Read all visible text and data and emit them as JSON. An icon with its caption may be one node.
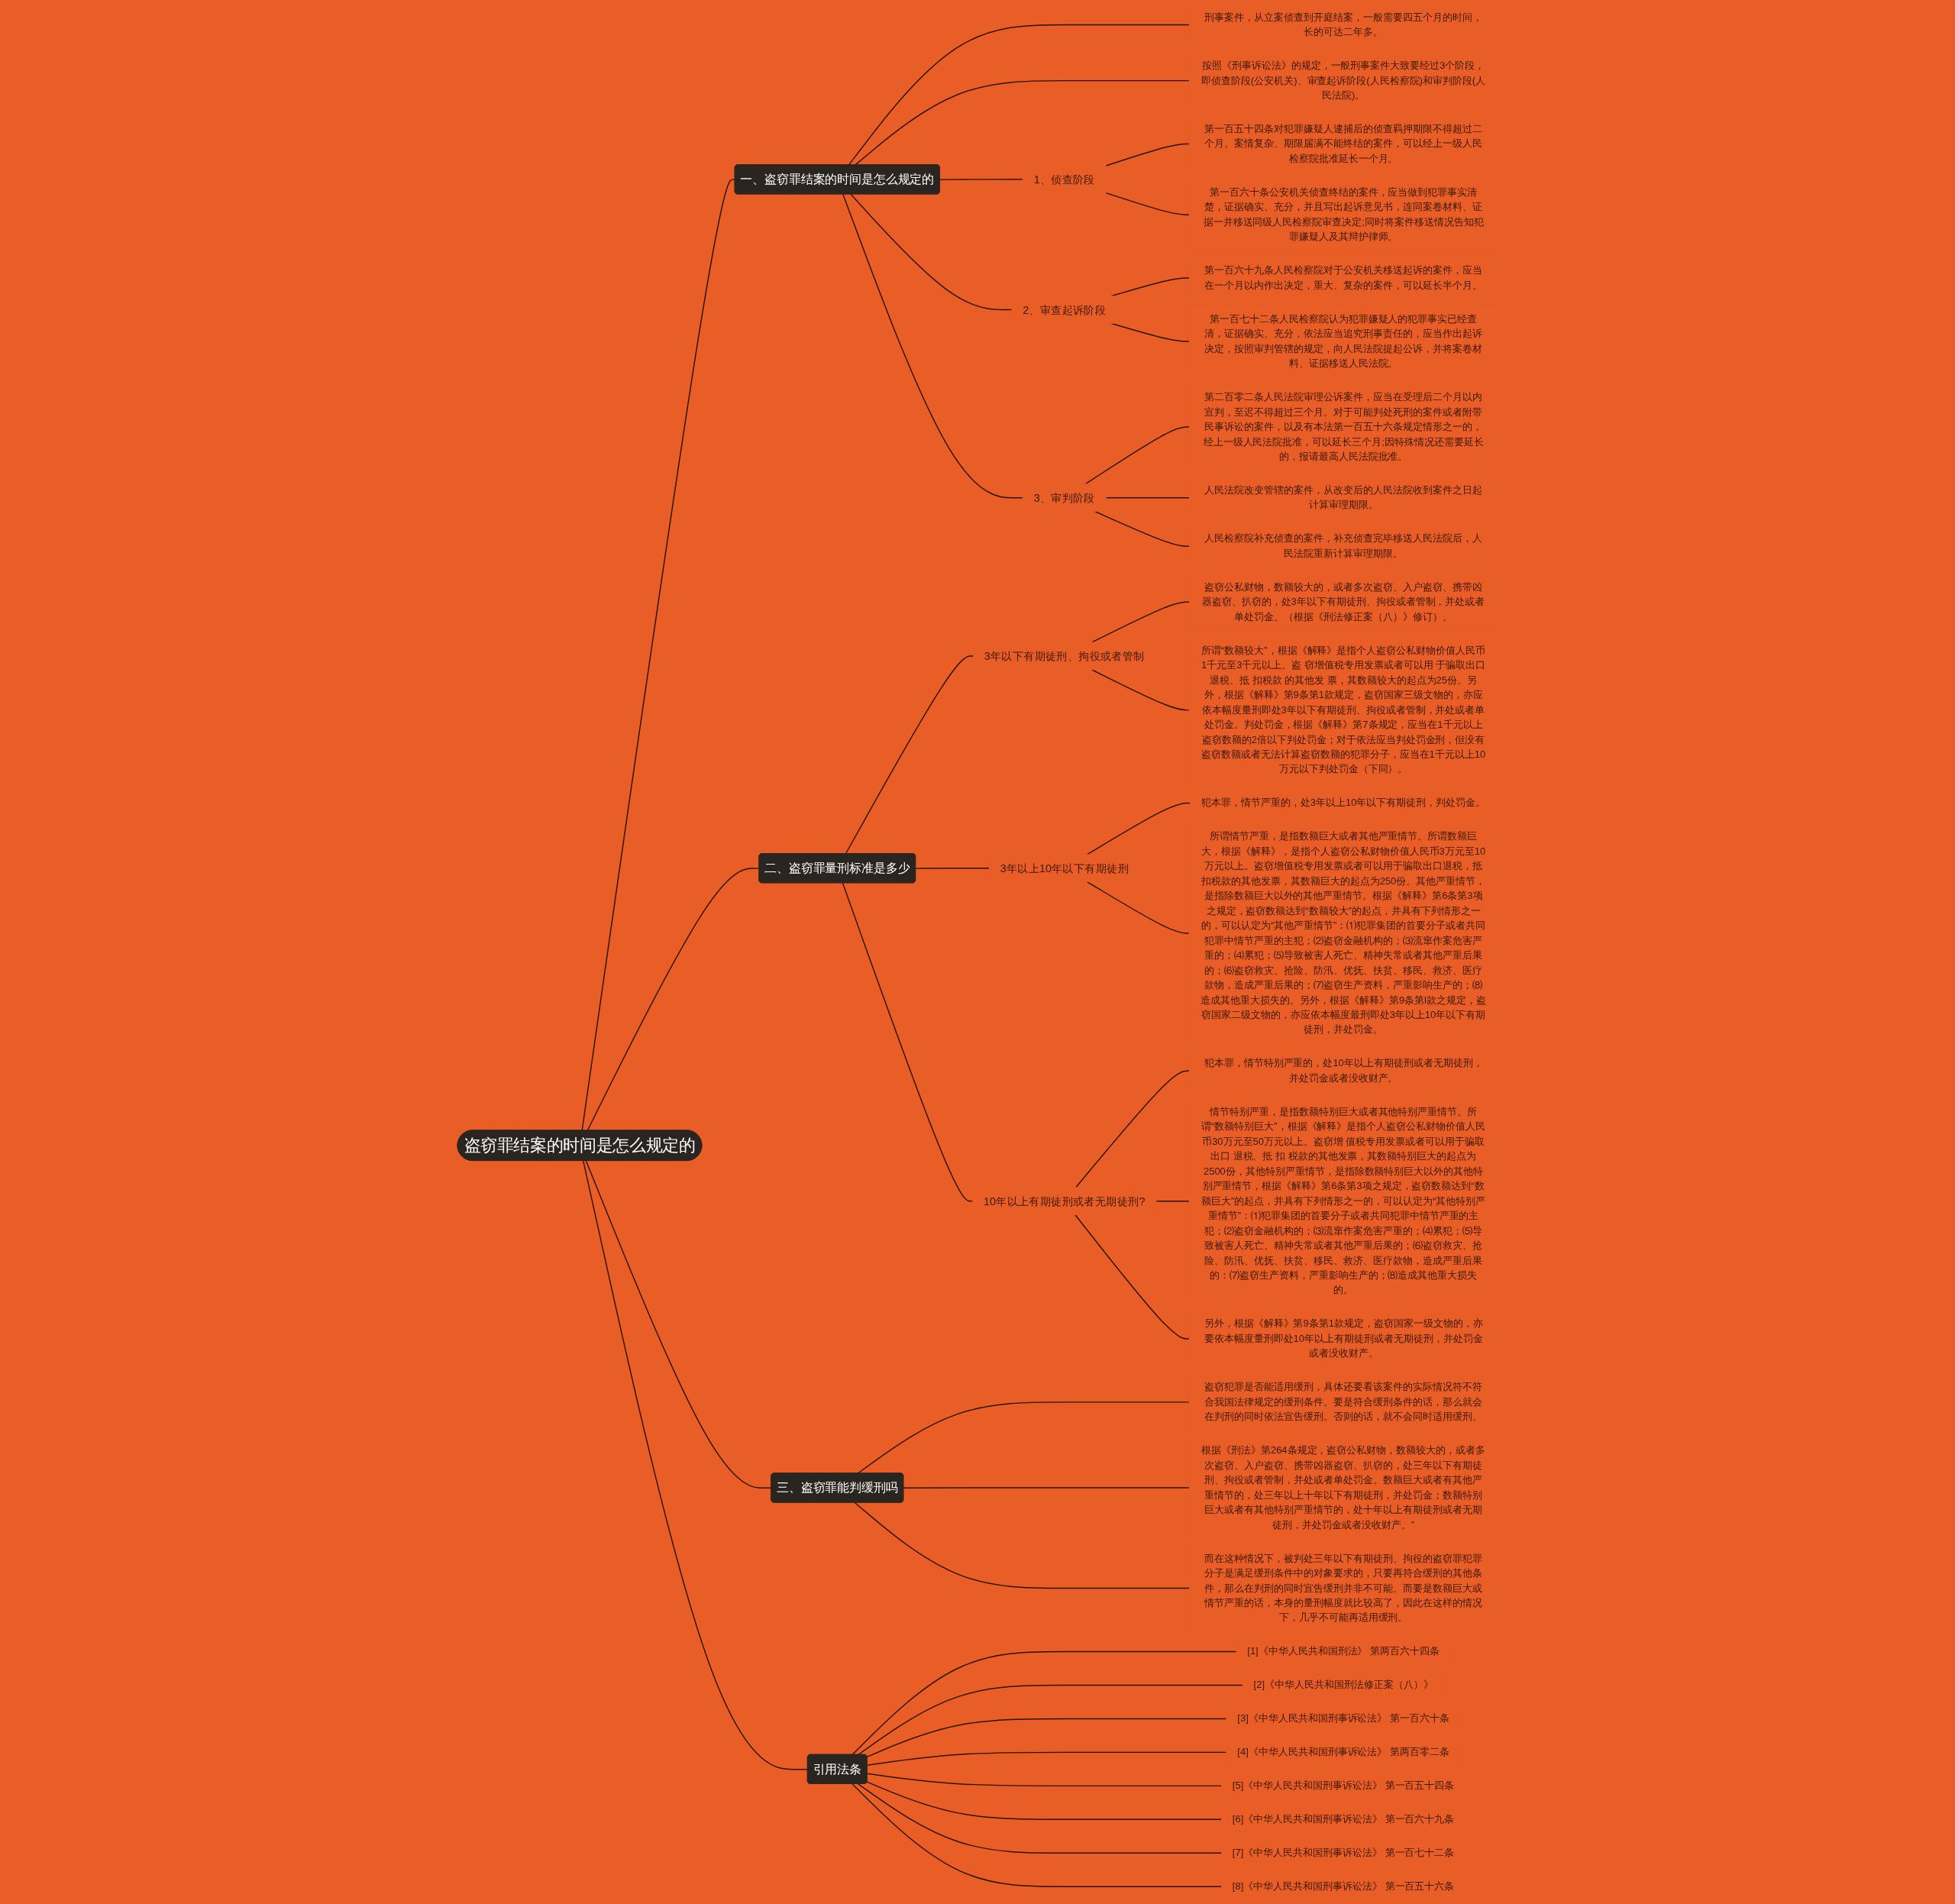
{
  "diagram": {
    "nodes": [
      {
        "text": [
          "盗窃罪结案的时间是怎么规定的"
        ]
      },
      {
        "text": [
          "一、盗窃罪结案的时间是怎么规定的"
        ]
      },
      {
        "text": [
          "刑事案件，从立案侦查到开庭结案，一般需要四五个月的时间，长的可达二年多。"
        ]
      },
      {
        "text": [
          "按照《刑事诉讼法》的规定，一般刑事案件大致要经过3个阶段，即侦查阶段(公安机关)、审查起诉阶段(人民检察院)和审判阶段(人民法院)。"
        ]
      },
      {
        "text": [
          "1、侦查阶段"
        ]
      },
      {
        "text": [
          "第一百五十四条对犯罪嫌疑人逮捕后的侦查羁押期限不得超过二个月。案情复杂、期限届满不能终结的案件，可以经上一级人民检察院批准延长一个月。"
        ]
      },
      {
        "text": [
          "第一百六十条公安机关侦查终结的案件，应当做到犯罪事实清楚，证据确实、充分，并且写出起诉意见书，连同案卷材料、证据一并移送同级人民检察院审查决定;同时将案件移送情况告知犯罪嫌疑人及其辩护律师。"
        ]
      },
      {
        "text": [
          "2、审查起诉阶段"
        ]
      },
      {
        "text": [
          "第一百六十九条人民检察院对于公安机关移送起诉的案件，应当在一个月以内作出决定，重大、复杂的案件，可以延长半个月。"
        ]
      },
      {
        "text": [
          "第一百七十二条人民检察院认为犯罪嫌疑人的犯罪事实已经查清，证据确实、充分，依法应当追究刑事责任的，应当作出起诉决定，按照审判管辖的规定，向人民法院提起公诉，并将案卷材料、证据移送人民法院。"
        ]
      },
      {
        "text": [
          "3、审判阶段"
        ]
      },
      {
        "text": [
          "第二百零二条人民法院审理公诉案件，应当在受理后二个月以内宣判，至迟不得超过三个月。对于可能判处死刑的案件或者附带民事诉讼的案件，以及有本法第一百五十六条规定情形之一的，经上一级人民法院批准，可以延长三个月;因特殊情况还需要延长的，报请最高人民法院批准。"
        ]
      },
      {
        "text": [
          "人民法院改变管辖的案件，从改变后的人民法院收到案件之日起计算审理期限。"
        ]
      },
      {
        "text": [
          "人民检察院补充侦查的案件，补充侦查完毕移送人民法院后，人民法院重新计算审理期限。"
        ]
      },
      {
        "text": [
          "二、盗窃罪量刑标准是多少"
        ]
      },
      {
        "text": [
          "3年以下有期徒刑、拘役或者管制"
        ]
      },
      {
        "text": [
          "盗窃公私财物，数额较大的，或者多次盗窃、入户盗窃、携带凶器盗窃、扒窃的，处3年以下有期徒刑、拘役或者管制，并处或者单处罚金。（根据《刑法修正案（八）》修订）。"
        ]
      },
      {
        "text": [
          "所谓“数额较大”，根据《解释》是指个人盗窃公私财物价值人民币1千元至3千元以上。盗 窃增值税专用发票或者可以用 于骗取出口退税、抵 扣税款 的其他发 票，其数额较大的起点为25份。另外，根据《解释》第9条第1款规定，盗窃国家三级文物的，亦应依本幅度量刑即处3年以下有期徒刑、拘役或者管制，并处或者单处罚金。判处罚金，根据《解释》第7条规定，应当在1千元以上盗窃数额的2倍以下判处罚金；对于依法应当判处罚金刑，但没有盗窃数额或者无法计算盗窃数额的犯罪分子，应当在1千元以上10万元以下判处罚金（下同）。"
        ]
      },
      {
        "text": [
          "3年以上10年以下有期徒刑"
        ]
      },
      {
        "text": [
          "犯本罪，情节严重的，处3年以上10年以下有期徒刑，判处罚金。"
        ]
      },
      {
        "text": [
          "所谓情节严重，是指数额巨大或者其他严重情节。所谓数额巨大，根据《解释》，是指个人盗窃公私财物价值人民币3万元至10万元以上。盗窃增值税专用发票或者可以用于骗取出口退税，抵扣税款的其他发票，其数额巨大的起点为250份。其他严重情节，是指除数额巨大以外的其他严重情节。根据《解释》第6条第3项之规定，盗窃数额达到“数额较大”的起点，并具有下列情形之一的，可以认定为“其他严重情节”：⑴犯罪集团的首要分子或者共同犯罪中情节严重的主犯；⑵盗窃金融机构的；⑶流窜作案危害严重的；⑷累犯；⑸导致被害人死亡、精神失常或者其他严重后果的；⑹盗窃救灾、抢险、防汛、优抚、扶贫、移民、救济、医疗款物，造成严重后果的；⑺盗窃生产资料，严重影响生产的；⑻造成其他重大损失的。另外，根据《解释》第9条第l款之规定，盗窃国家二级文物的，亦应依本幅度最刑即处3年以上10年以下有期徒刑，并处罚金。"
        ]
      },
      {
        "text": [
          "10年以上有期徒刑或者无期徒刑?"
        ]
      },
      {
        "text": [
          "犯本罪，情节特别严重的，处10年以上有期徒刑或者无期徒刑，并处罚金或者没收财产。"
        ]
      },
      {
        "text": [
          "情节特别严重，是指数额特别巨大或者其他特别严重情节。所谓“数额特别巨大”，根据《解释》是指个人盗窃公私财物价值人民币30万元至50万元以上。盗窃增 值税专用发票或者可以用于骗取出口 退税、抵 扣 税款的其他发票，其数额特别巨大的起点为2500份，其他特别严重情节，是指除数额特别巨大以外的其他特别严重情节，根据《解释》第6条第3项之规定，盗窃数额达到“数额巨大”的起点，并具有下列情形之一的，可以认定为“其他特别严重情节”：⑴犯罪集团的首要分子或者共同犯罪中情节严重的主犯；⑵盗窃金融机构的；⑶流窜作案危害严重的；⑷累犯；⑸导致被害人死亡、精神失常或者其他严重后果的；⑹盗窃救灾、抢险、防汛、优抚、扶贫、移民、救济、医疗款物，造成严重后果的：⑺盗窃生产资料，严重影响生产的；⑻造成其他重大损失的。"
        ]
      },
      {
        "text": [
          "另外，根据《解释》第9条第1款规定，盗窃国家一级文物的，亦要依本幅度量刑即处10年以上有期徒刑或者无期徒刑，并处罚金或者没收财产。"
        ]
      },
      {
        "text": [
          "三、盗窃罪能判缓刑吗"
        ]
      },
      {
        "text": [
          "盗窃犯罪是否能适用缓刑，具体还要看该案件的实际情况符不符合我国法律规定的缓刑条件。要是符合缓刑条件的话，那么就会在判刑的同时依法宣告缓刑。否则的话，就不会同时适用缓刑。"
        ]
      },
      {
        "text": [
          "根据《刑法》第264条规定，盗窃公私财物，数额较大的，或者多次盗窃、入户盗窃、携带凶器盗窃、扒窃的，处三年以下有期徒刑、拘役或者管制，并处或者单处罚金。数额巨大或者有其他严重情节的，处三年以上十年以下有期徒刑，并处罚金；数额特别巨大或者有其他特别严重情节的，处十年以上有期徒刑或者无期徒刑，并处罚金或者没收财产。”"
        ]
      },
      {
        "text": [
          "而在这种情况下，被判处三年以下有期徒刑、拘役的盗窃罪犯罪分子是满足缓刑条件中的对象要求的，只要再符合缓刑的其他条件，那么在判刑的同时宣告缓刑并非不可能。而要是数额巨大或情节严重的话，本身的量刑幅度就比较高了，因此在这样的情况下，几乎不可能再适用缓刑。"
        ]
      },
      {
        "text": [
          "引用法条"
        ]
      },
      {
        "text": [
          "[1]《中华人民共和国刑法》 第两百六十四条"
        ]
      },
      {
        "text": [
          "[2]《中华人民共和国刑法修正案（八）》"
        ]
      },
      {
        "text": [
          "[3]《中华人民共和国刑事诉讼法》 第一百六十条"
        ]
      },
      {
        "text": [
          "[4]《中华人民共和国刑事诉讼法》 第两百零二条"
        ]
      },
      {
        "text": [
          "[5]《中华人民共和国刑事诉讼法》 第一百五十四条"
        ]
      },
      {
        "text": [
          "[6]《中华人民共和国刑事诉讼法》 第一百六十九条"
        ]
      },
      {
        "text": [
          "[7]《中华人民共和国刑事诉讼法》 第一百七十二条"
        ]
      },
      {
        "text": [
          "[8]《中华人民共和国刑事诉讼法》 第一百五十六条"
        ]
      }
    ],
    "edges": [
      {
        "from": 0,
        "to": 1,
        "arrow": "none"
      },
      {
        "from": 1,
        "to": 2,
        "arrow": "none"
      },
      {
        "from": 1,
        "to": 3,
        "arrow": "none"
      },
      {
        "from": 1,
        "to": 4,
        "arrow": "none"
      },
      {
        "from": 4,
        "to": 5,
        "arrow": "none"
      },
      {
        "from": 4,
        "to": 6,
        "arrow": "none"
      },
      {
        "from": 1,
        "to": 7,
        "arrow": "none"
      },
      {
        "from": 7,
        "to": 8,
        "arrow": "none"
      },
      {
        "from": 7,
        "to": 9,
        "arrow": "none"
      },
      {
        "from": 1,
        "to": 10,
        "arrow": "none"
      },
      {
        "from": 10,
        "to": 11,
        "arrow": "none"
      },
      {
        "from": 10,
        "to": 12,
        "arrow": "none"
      },
      {
        "from": 10,
        "to": 13,
        "arrow": "none"
      },
      {
        "from": 0,
        "to": 14,
        "arrow": "none"
      },
      {
        "from": 14,
        "to": 15,
        "arrow": "none"
      },
      {
        "from": 15,
        "to": 16,
        "arrow": "none"
      },
      {
        "from": 15,
        "to": 17,
        "arrow": "none"
      },
      {
        "from": 14,
        "to": 18,
        "arrow": "none"
      },
      {
        "from": 18,
        "to": 19,
        "arrow": "none"
      },
      {
        "from": 18,
        "to": 20,
        "arrow": "none"
      },
      {
        "from": 14,
        "to": 21,
        "arrow": "none"
      },
      {
        "from": 21,
        "to": 22,
        "arrow": "none"
      },
      {
        "from": 21,
        "to": 23,
        "arrow": "none"
      },
      {
        "from": 21,
        "to": 24,
        "arrow": "none"
      },
      {
        "from": 0,
        "to": 25,
        "arrow": "none"
      },
      {
        "from": 25,
        "to": 26,
        "arrow": "none"
      },
      {
        "from": 25,
        "to": 27,
        "arrow": "none"
      },
      {
        "from": 25,
        "to": 28,
        "arrow": "none"
      },
      {
        "from": 0,
        "to": 29,
        "arrow": "none"
      },
      {
        "from": 29,
        "to": 30,
        "arrow": "none"
      },
      {
        "from": 29,
        "to": 31,
        "arrow": "none"
      },
      {
        "from": 29,
        "to": 32,
        "arrow": "none"
      },
      {
        "from": 29,
        "to": 33,
        "arrow": "none"
      },
      {
        "from": 29,
        "to": 34,
        "arrow": "none"
      },
      {
        "from": 29,
        "to": 35,
        "arrow": "none"
      },
      {
        "from": 29,
        "to": 36,
        "arrow": "none"
      },
      {
        "from": 29,
        "to": 37,
        "arrow": "none"
      }
    ]
  }
}
